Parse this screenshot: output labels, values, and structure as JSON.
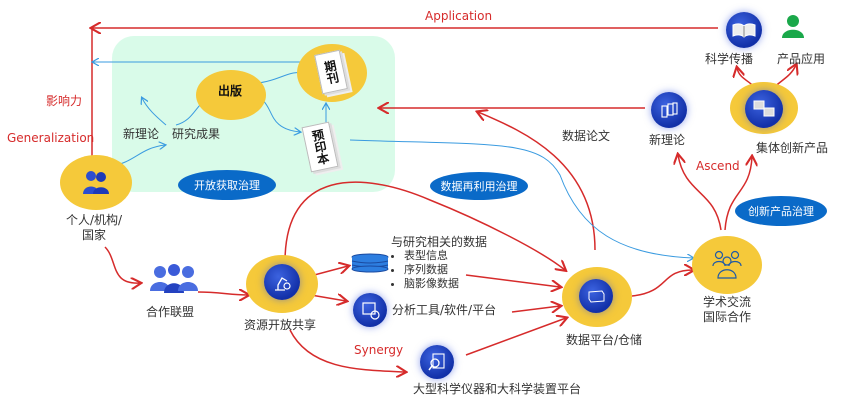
{
  "flow_labels": {
    "application": "Application",
    "influence": "影响力",
    "generalization": "Generalization",
    "synergy": "Synergy",
    "ascend": "Ascend",
    "data_paper": "数据论文"
  },
  "governance": {
    "open_access": "开放获取治理",
    "data_reuse": "数据再利用治理",
    "innovation_product": "创新产品治理"
  },
  "nodes": {
    "actors": "个人/机构/\n国家",
    "actors_line1": "个人/机构/",
    "actors_line2": "国家",
    "alliance": "合作联盟",
    "resource_sharing": "资源开放共享",
    "new_theory_left": "新理论",
    "research_output": "研究成果",
    "publishing": "出版",
    "journal": "期刊",
    "preprint": "预印本",
    "research_data": {
      "title": "与研究相关的数据",
      "items": [
        "表型信息",
        "序列数据",
        "脑影像数据"
      ]
    },
    "tools": "分析工具/软件/平台",
    "facilities": "大型科学仪器和大科学装置平台",
    "data_platform": "数据平台/仓储",
    "exchange_line1": "学术交流",
    "exchange_line2": "国际合作",
    "new_theory_right": "新理论",
    "collective_product": "集体创新产品",
    "science_communication": "科学传播",
    "product_application": "产品应用"
  },
  "colors": {
    "flow_red": "#d62b2b",
    "flow_blue": "#3a9be0",
    "node_yellow": "#f5c93a",
    "pill_blue": "#0a6ac8",
    "zone_green": "#d9fbe9",
    "icon_green": "#1aa84a"
  }
}
